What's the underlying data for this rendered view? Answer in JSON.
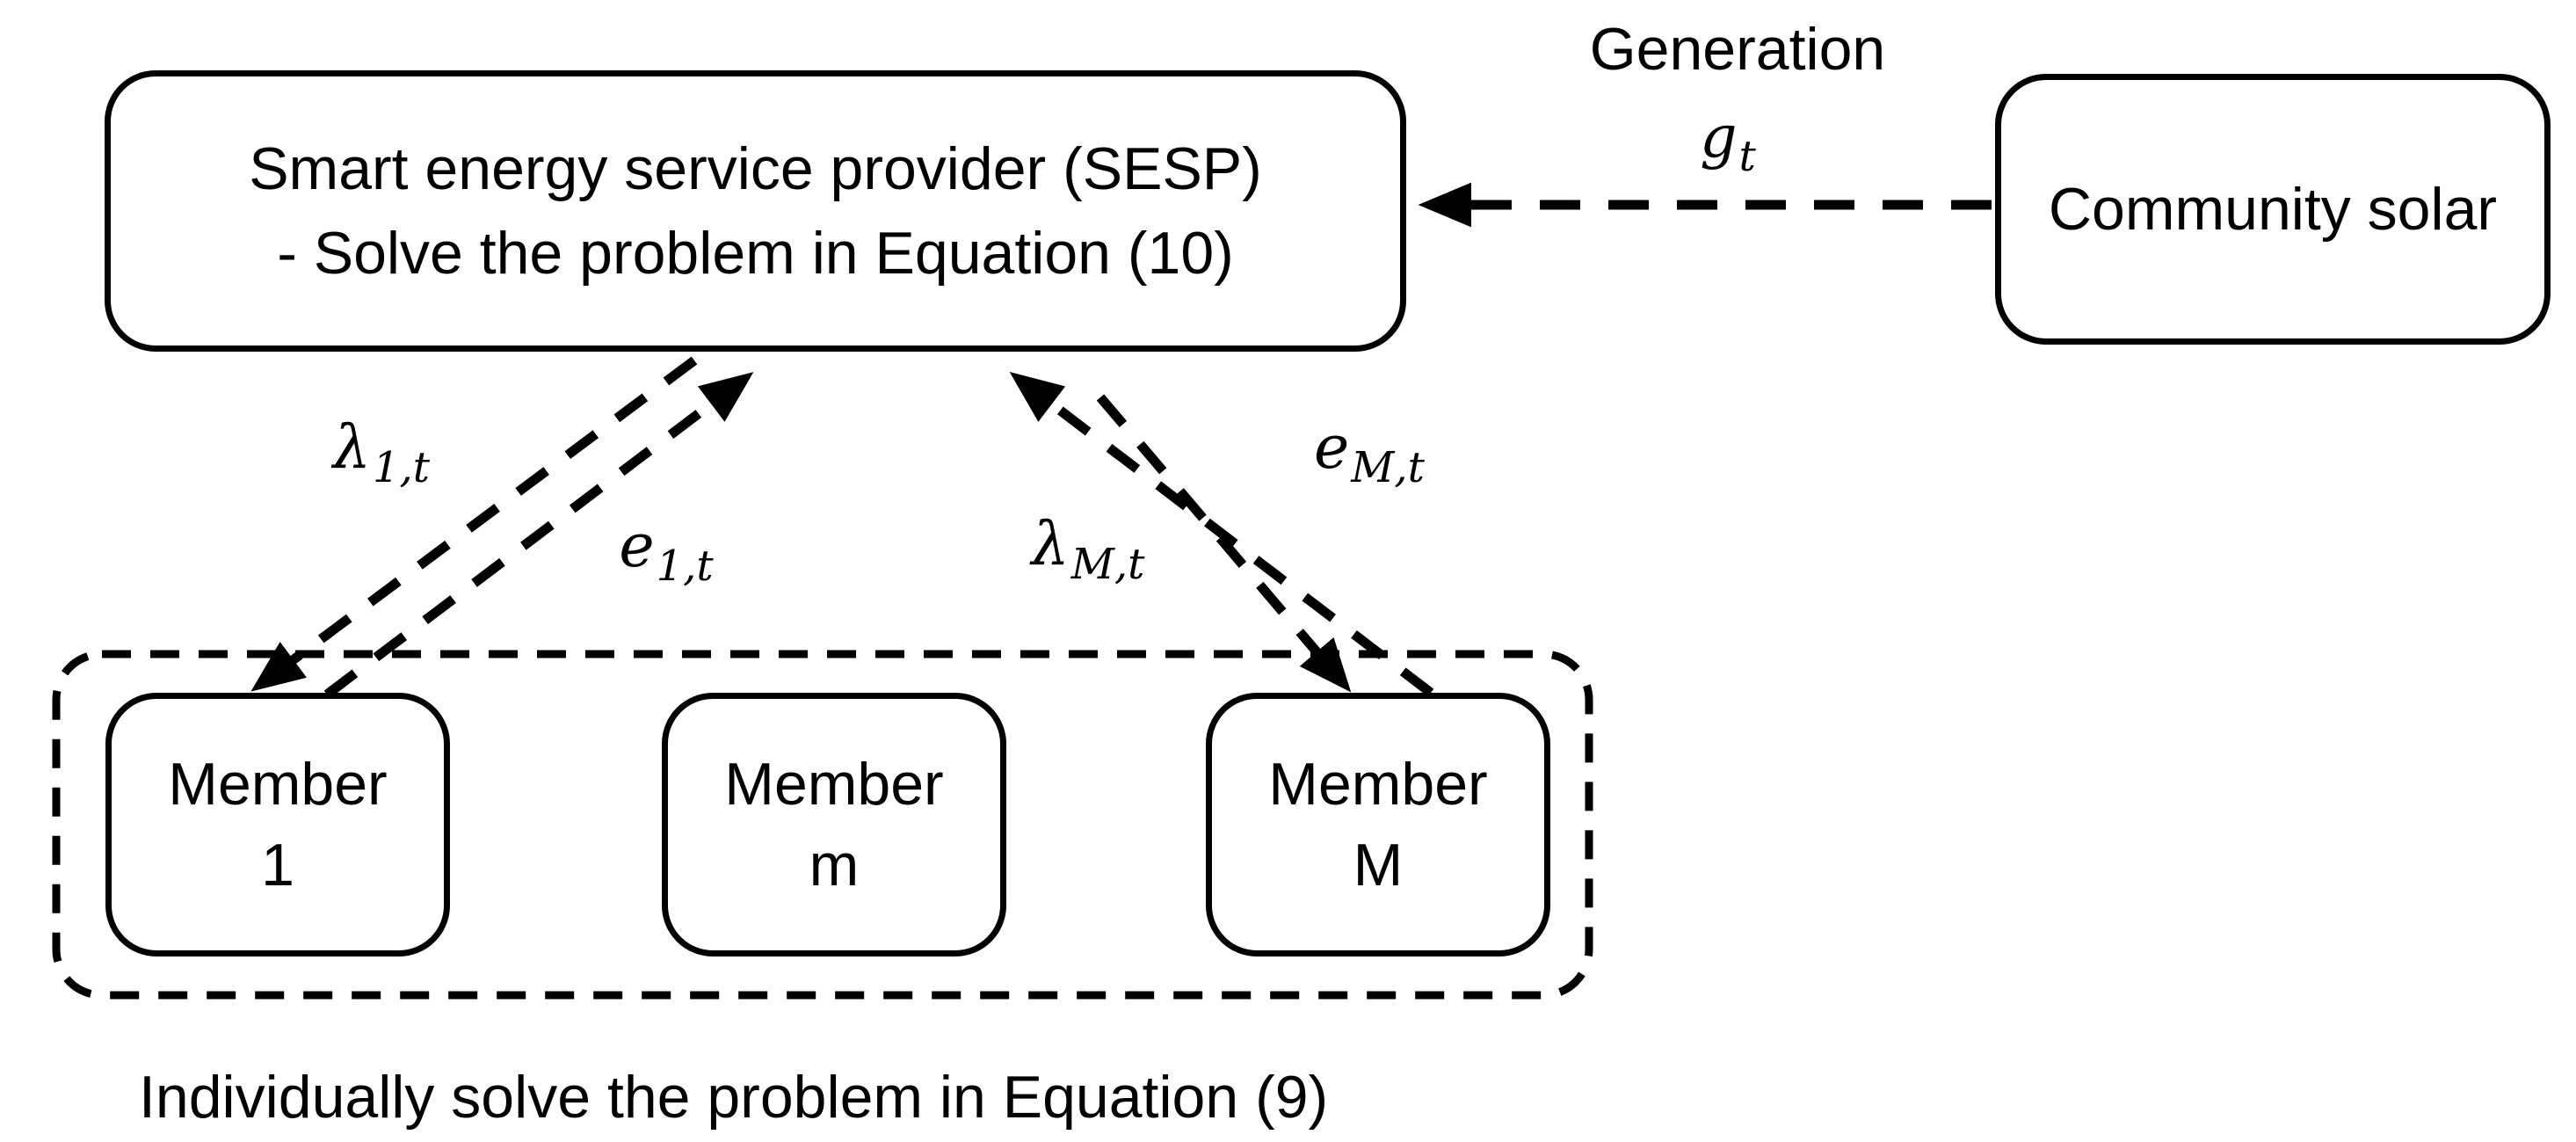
{
  "figure": {
    "description_domain": "coordination diagram between smart energy service provider, community solar and members"
  },
  "sesp_box": {
    "line1": "Smart energy service provider (SESP)",
    "line2": "- Solve the problem in Equation (10)"
  },
  "community_solar": {
    "label": "Community solar"
  },
  "generation": {
    "label": "Generation",
    "symbol_base": "g",
    "symbol_sub": "t"
  },
  "flows": {
    "lambda_1": {
      "base": "λ",
      "sub": "1,t"
    },
    "e_1": {
      "base": "e",
      "sub": "1,t"
    },
    "lambda_M": {
      "base": "λ",
      "sub": "M,t"
    },
    "e_M": {
      "base": "e",
      "sub": "M,t"
    }
  },
  "members": {
    "items": [
      {
        "line1": "Member",
        "line2": "1"
      },
      {
        "line1": "Member",
        "line2": "m"
      },
      {
        "line1": "Member",
        "line2": "M"
      }
    ],
    "caption": "Individually solve the problem in Equation (9)"
  },
  "colors": {
    "ink": "#000000",
    "background": "#ffffff"
  }
}
